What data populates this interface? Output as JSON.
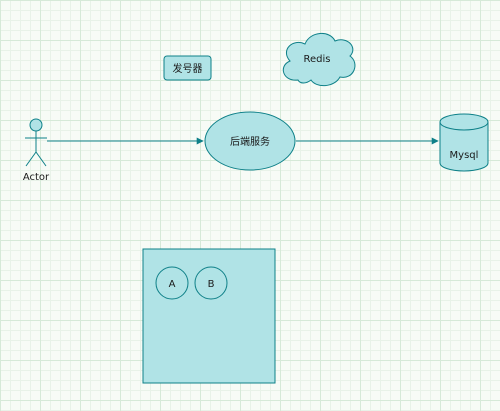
{
  "diagram": {
    "actor": {
      "label": "Actor"
    },
    "issuer": {
      "label": "发号器"
    },
    "cache": {
      "label": "Redis"
    },
    "backend": {
      "label": "后端服务"
    },
    "database": {
      "label": "Mysql"
    },
    "container": {
      "nodes": [
        {
          "label": "A"
        },
        {
          "label": "B"
        }
      ]
    },
    "colors": {
      "fill": "#b0e3e6",
      "stroke": "#0e8088",
      "edge": "#0e8088"
    }
  }
}
